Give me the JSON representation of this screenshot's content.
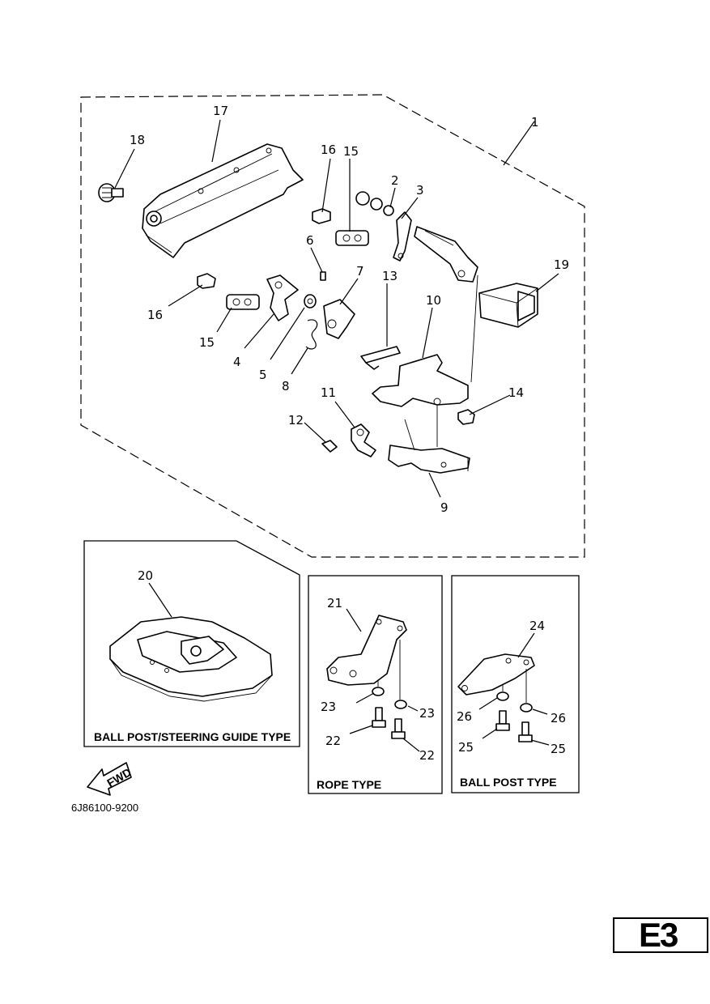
{
  "callouts": {
    "c1": "1",
    "c2": "2",
    "c3": "3",
    "c4": "4",
    "c5": "5",
    "c6": "6",
    "c7": "7",
    "c8": "8",
    "c9": "9",
    "c10": "10",
    "c11": "11",
    "c12": "12",
    "c13": "13",
    "c14": "14",
    "c15a": "15",
    "c15b": "15",
    "c16a": "16",
    "c16b": "16",
    "c17": "17",
    "c18": "18",
    "c19": "19",
    "c20": "20",
    "c21": "21",
    "c22a": "22",
    "c22b": "22",
    "c23a": "23",
    "c23b": "23",
    "c24": "24",
    "c25a": "25",
    "c25b": "25",
    "c26a": "26",
    "c26b": "26"
  },
  "boxes": {
    "ball_post_steering": "BALL POST/STEERING GUIDE TYPE",
    "rope": "ROPE TYPE",
    "ball_post": "BALL POST TYPE"
  },
  "fwd_label": "FWD",
  "drawing_code": "6J86100-9200",
  "page_badge": "E3"
}
